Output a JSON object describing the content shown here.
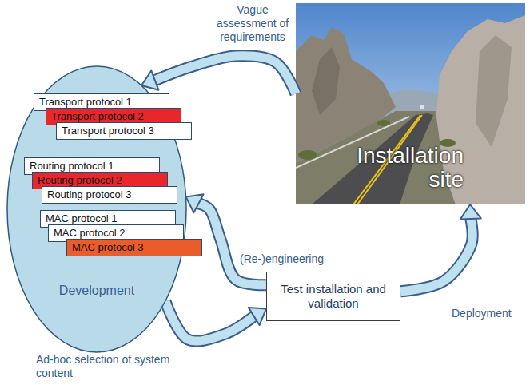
{
  "diagram": {
    "nodes": [
      {
        "text": [
          "Development"
        ]
      },
      {
        "text": [
          "Transport protocol 1"
        ],
        "in": 0
      },
      {
        "text": [
          "Transport protocol 2"
        ],
        "in": 0
      },
      {
        "text": [
          "Transport protocol 3"
        ],
        "in": 0
      },
      {
        "text": [
          "Routing protocol 1"
        ],
        "in": 0
      },
      {
        "text": [
          "Routing protocol 2"
        ],
        "in": 0
      },
      {
        "text": [
          "Routing protocol 3"
        ],
        "in": 0
      },
      {
        "text": [
          "MAC protocol 1"
        ],
        "in": 0
      },
      {
        "text": [
          "MAC protocol 2"
        ],
        "in": 0
      },
      {
        "text": [
          "MAC protocol 3"
        ],
        "in": 0
      },
      {
        "text": [
          "Installation site"
        ]
      },
      {
        "text": [
          "Test installation and validation"
        ]
      }
    ],
    "edges": [
      {
        "from": 10,
        "to": 0,
        "arrow": "to",
        "label": "Vague assessment of requirements"
      },
      {
        "from": 11,
        "to": 0,
        "arrow": "to",
        "label": "(Re-)engineering"
      },
      {
        "from": 0,
        "to": 11,
        "arrow": "to",
        "label": "Ad-hoc selection of system content"
      },
      {
        "from": 11,
        "to": 10,
        "arrow": "to",
        "label": "Deployment"
      }
    ]
  }
}
